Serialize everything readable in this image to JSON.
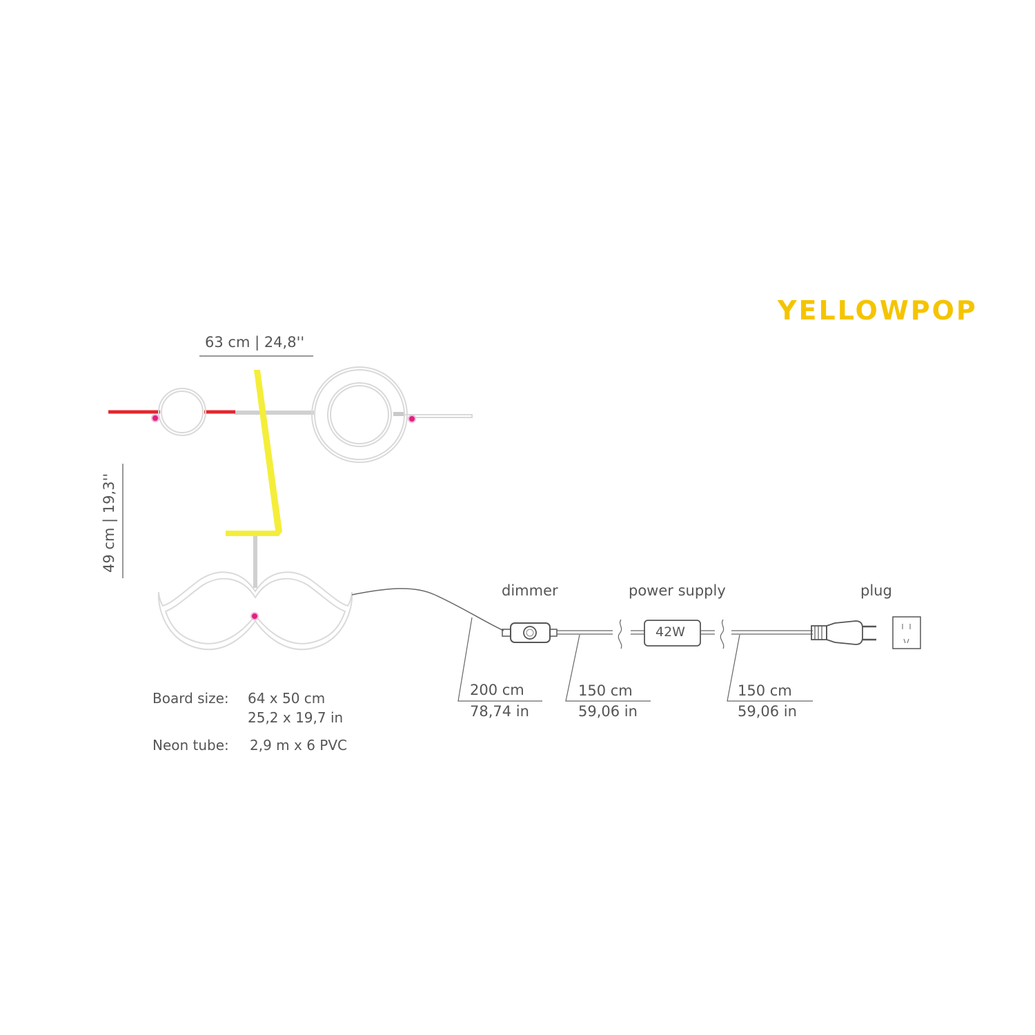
{
  "brand": {
    "name": "YELLOWPOP"
  },
  "colors": {
    "brand": "#f5c400",
    "neon_yellow": "#f4ee3a",
    "neon_red": "#e3262e",
    "connector_pink": "#e0217f",
    "outline": "#d9d9d9",
    "line": "#555555"
  },
  "dimensions": {
    "width_label": "63 cm  |  24,8''",
    "height_label": "49 cm  |  19,3''"
  },
  "components": {
    "dimmer": "dimmer",
    "power_supply": "power supply",
    "power_rating": "42W",
    "plug": "plug"
  },
  "cables": [
    {
      "cm": "200 cm",
      "in": "78,74 in"
    },
    {
      "cm": "150 cm",
      "in": "59,06 in"
    },
    {
      "cm": "150 cm",
      "in": "59,06 in"
    }
  ],
  "specs": {
    "board_label": "Board size:",
    "board_cm": "64 x 50 cm",
    "board_in": "25,2 x 19,7 in",
    "tube_label": "Neon tube:",
    "tube_value": "2,9 m x 6 PVC"
  }
}
